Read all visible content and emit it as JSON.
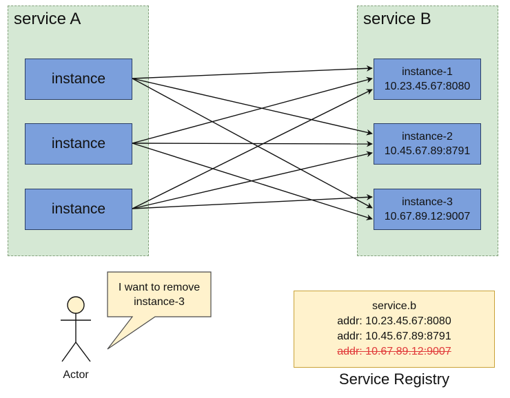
{
  "service_a": {
    "title": "service A",
    "instances": [
      "instance",
      "instance",
      "instance"
    ]
  },
  "service_b": {
    "title": "service B",
    "instances": [
      {
        "name": "instance-1",
        "addr": "10.23.45.67:8080"
      },
      {
        "name": "instance-2",
        "addr": "10.45.67.89:8791"
      },
      {
        "name": "instance-3",
        "addr": "10.67.89.12:9007"
      }
    ]
  },
  "actor": {
    "label": "Actor",
    "speech_line1": "I want to remove",
    "speech_line2": "instance-3"
  },
  "registry": {
    "title": "Service Registry",
    "service_name": "service.b",
    "entries": [
      {
        "text": "addr: 10.23.45.67:8080",
        "removed": false
      },
      {
        "text": "addr: 10.45.67.89:8791",
        "removed": false
      },
      {
        "text": "addr: 10.67.89.12:9007",
        "removed": true
      }
    ]
  },
  "colors": {
    "group_fill": "#d5e8d4",
    "instance_fill": "#7b9fdc",
    "note_fill": "#fff2cc",
    "removed_text": "#e03a3a"
  }
}
